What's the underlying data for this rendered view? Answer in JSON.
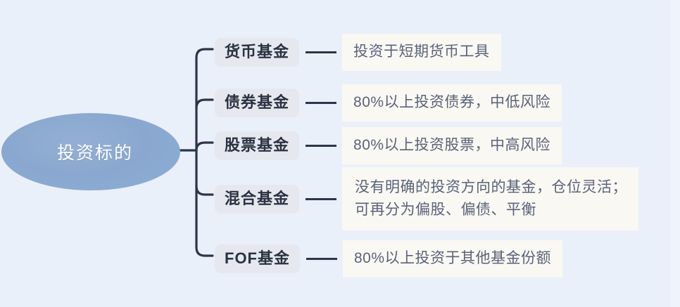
{
  "diagram": {
    "type": "mind-map",
    "title": "投资标的",
    "root": {
      "label": "投资标的",
      "shape": "ellipse",
      "fill": "#8aa9d0",
      "text_color": "#ffffff"
    },
    "colors": {
      "background": "#eaf0fa",
      "connector": "#2b3648",
      "label_box": "#e5e8ee",
      "label_text": "#2a3242",
      "desc_box": "#faf8f2",
      "desc_text": "#59627a"
    },
    "branches": [
      {
        "label": "货币基金",
        "description": "投资于短期货币工具"
      },
      {
        "label": "债券基金",
        "description": "80%以上投资债券，中低风险"
      },
      {
        "label": "股票基金",
        "description": "80%以上投资股票，中高风险"
      },
      {
        "label": "混合基金",
        "description": "没有明确的投资方向的基金，仓位灵活；\n可再分为偏股、偏债、平衡"
      },
      {
        "label": "FOF基金",
        "description": "80%以上投资于其他基金份额"
      }
    ]
  }
}
